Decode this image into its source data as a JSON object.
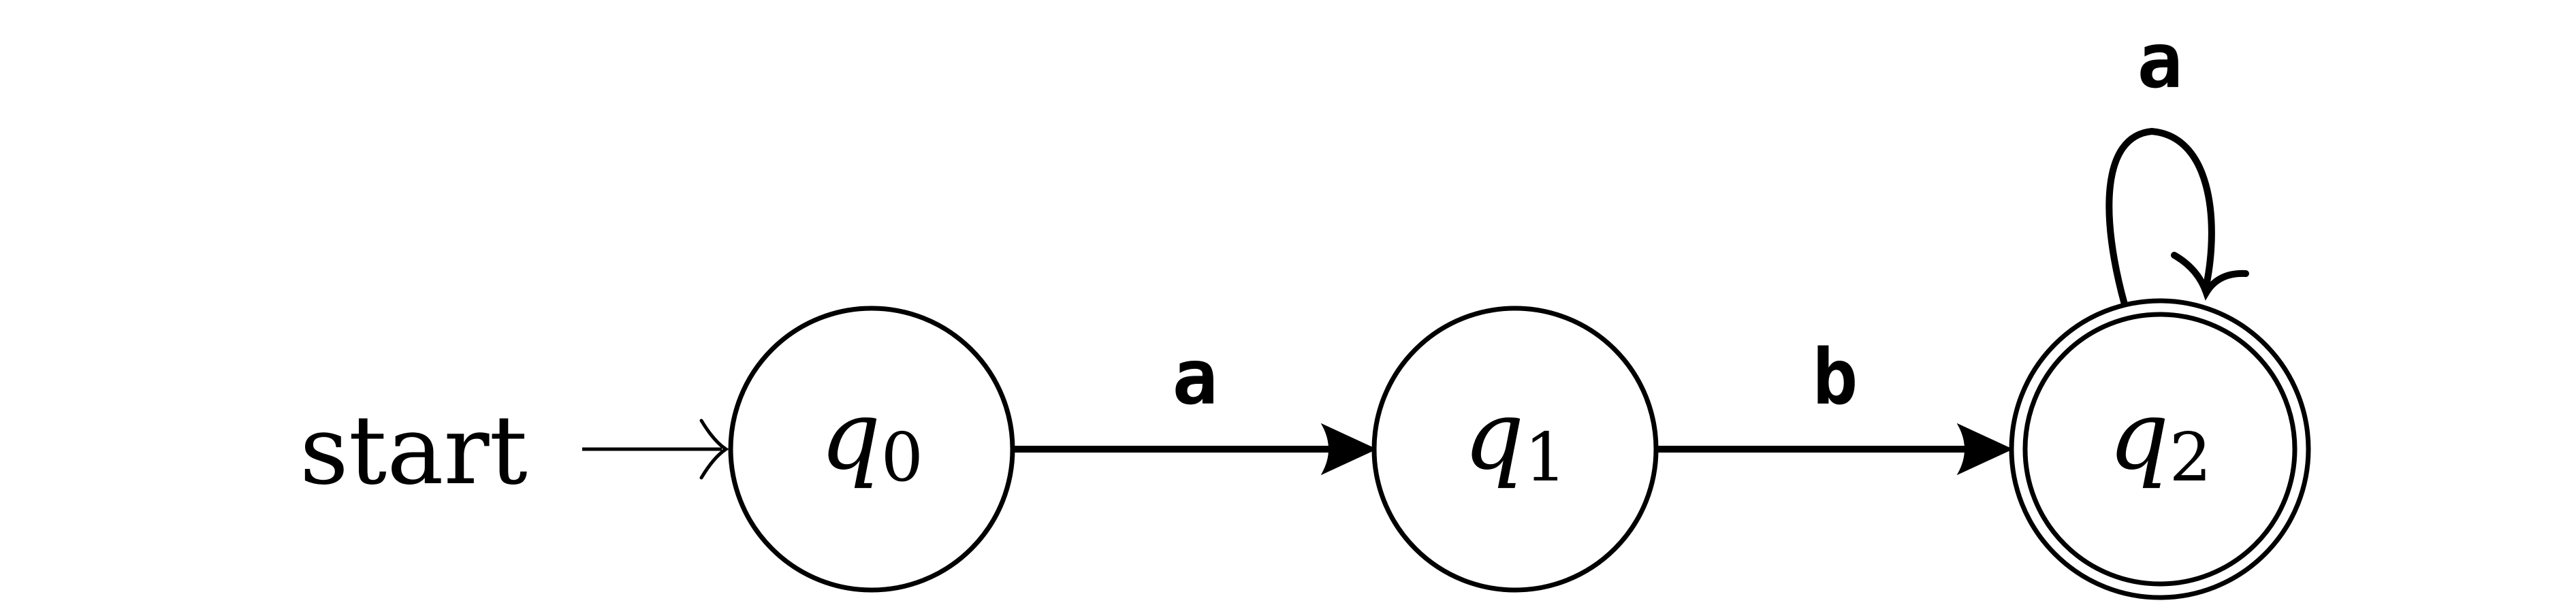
{
  "diagram": {
    "start_label": "start",
    "states": [
      {
        "id": "q0",
        "var": "q",
        "sub": "0",
        "accepting": false,
        "initial": true
      },
      {
        "id": "q1",
        "var": "q",
        "sub": "1",
        "accepting": false,
        "initial": false
      },
      {
        "id": "q2",
        "var": "q",
        "sub": "2",
        "accepting": true,
        "initial": false
      }
    ],
    "transitions": [
      {
        "from": "q0",
        "to": "q1",
        "label": "a"
      },
      {
        "from": "q1",
        "to": "q2",
        "label": "b"
      },
      {
        "from": "q2",
        "to": "q2",
        "label": "a"
      }
    ]
  }
}
